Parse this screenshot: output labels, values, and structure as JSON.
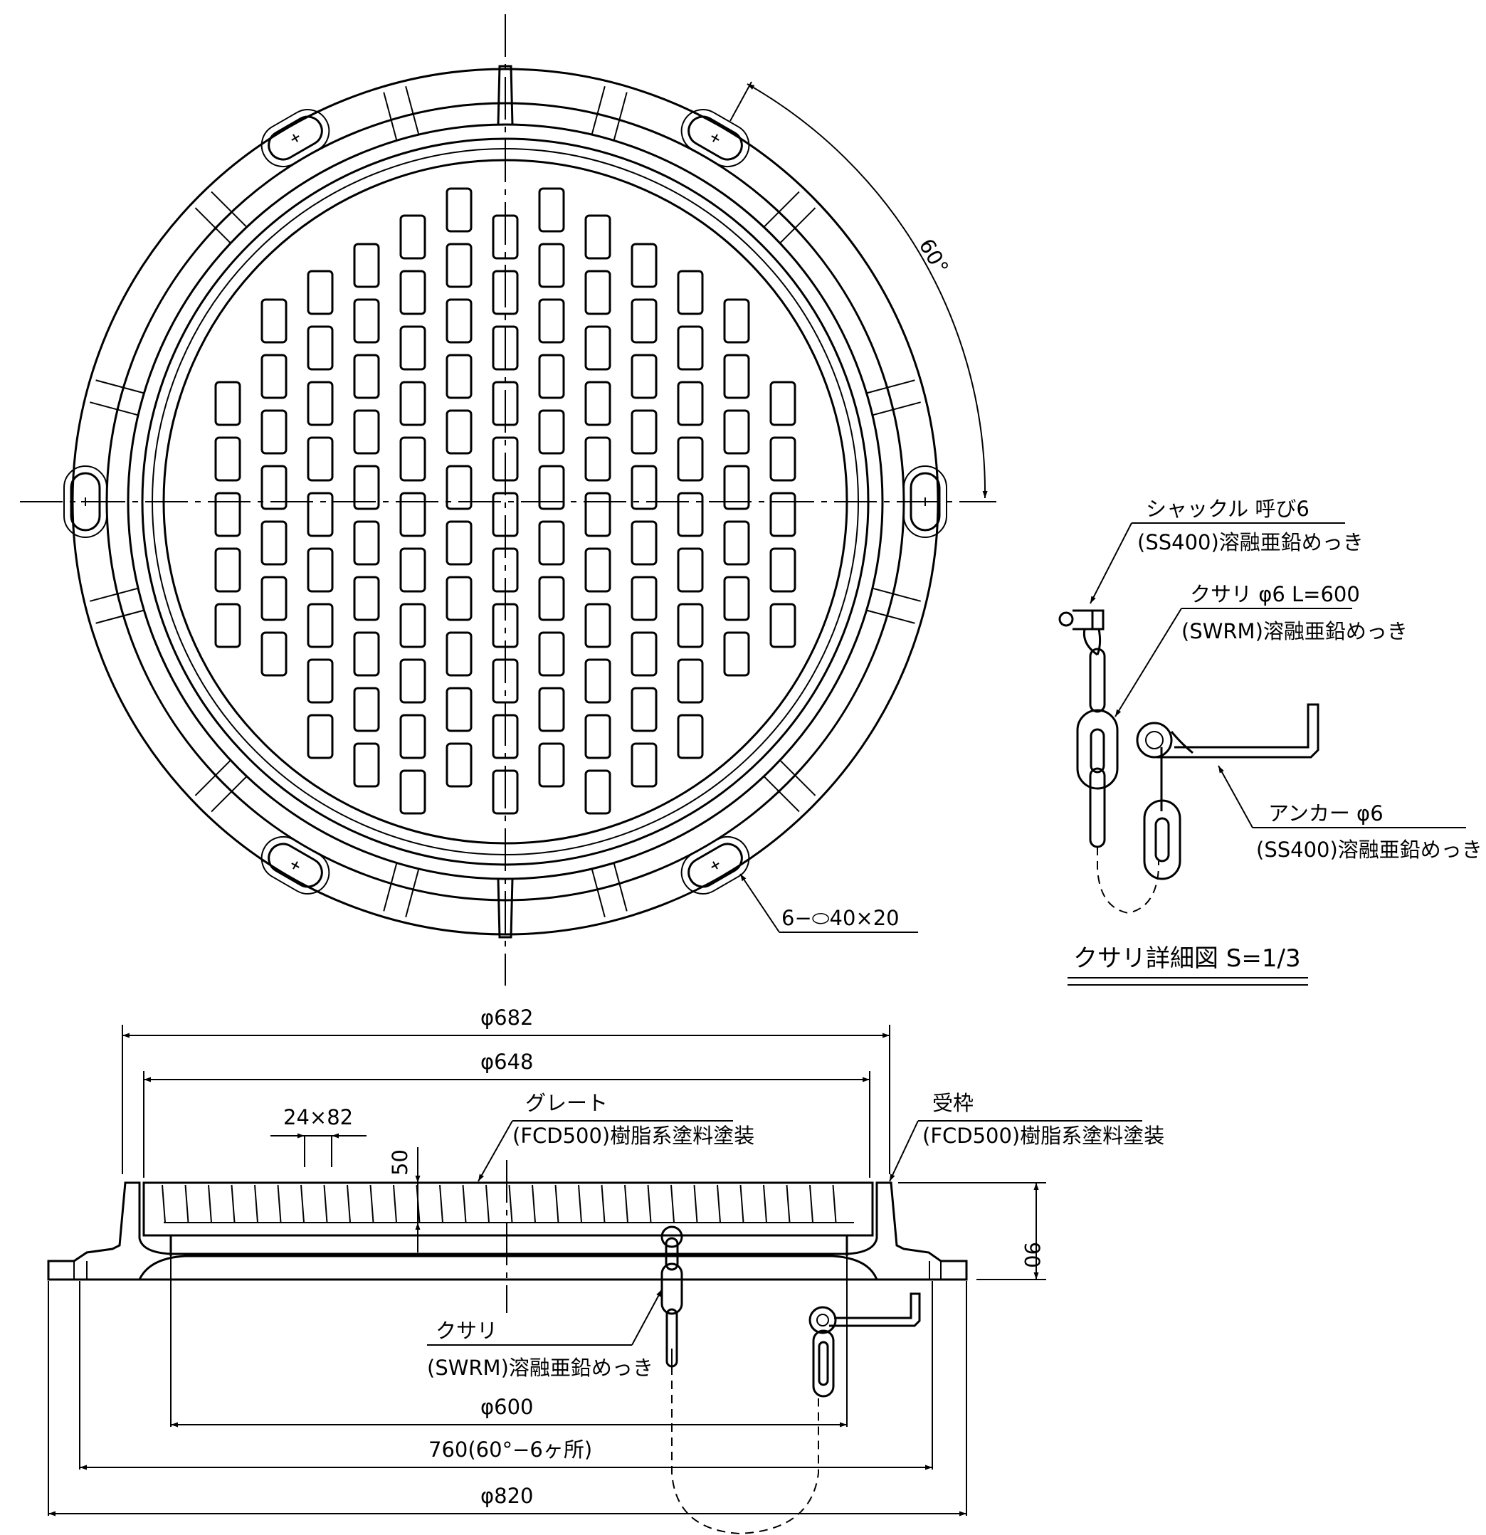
{
  "labels": {
    "angle_60": "60°",
    "slot_holes": "6−⬭40×20",
    "shackle_name": "シャックル 呼び6",
    "shackle_spec": "(SS400)溶融亜鉛めっき",
    "chain_name": "クサリ φ6 L=600",
    "chain_spec": "(SWRM)溶融亜鉛めっき",
    "anchor_name": "アンカー φ6",
    "anchor_spec": "(SS400)溶融亜鉛めっき",
    "detail_title": "クサリ詳細図 S=1/3",
    "dim_682": "φ682",
    "dim_648": "φ648",
    "dim_24x82": "24×82",
    "grate_name": "グレート",
    "grate_spec": "(FCD500)樹脂系塗料塗装",
    "frame_name": "受枠",
    "frame_spec": "(FCD500)樹脂系塗料塗装",
    "dim_50": "50",
    "dim_90": "90",
    "chain2_name": "クサリ",
    "chain2_spec": "(SWRM)溶融亜鉛めっき",
    "dim_600": "φ600",
    "dim_760": "760(60°−6ヶ所)",
    "dim_820": "φ820"
  }
}
